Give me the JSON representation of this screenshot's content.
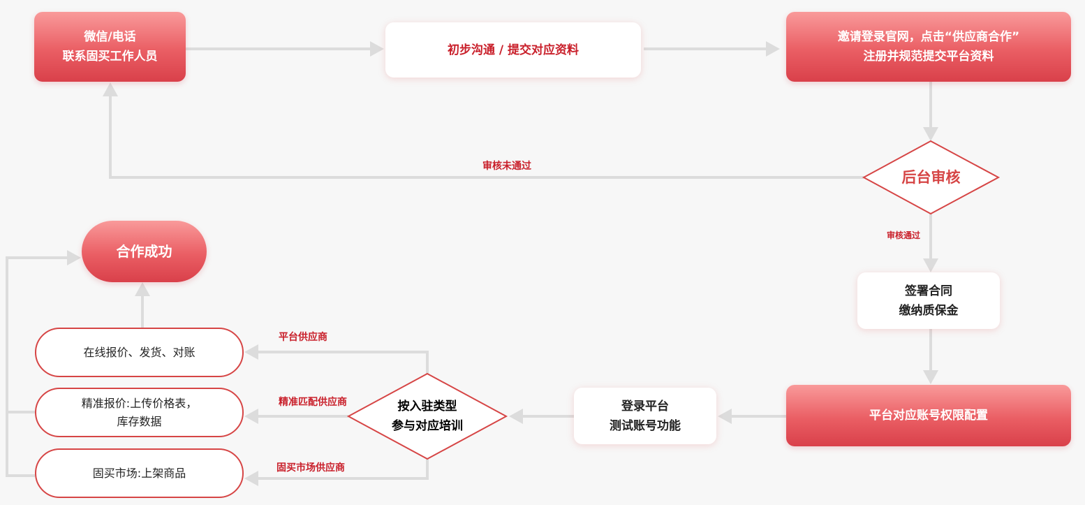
{
  "nodes": {
    "contact": {
      "line1": "微信/电话",
      "line2": "联系固买工作人员"
    },
    "initial_comm": {
      "text": "初步沟通 / 提交对应资料"
    },
    "invite": {
      "line1": "邀请登录官网，点击“供应商合作”",
      "line2": "注册并规范提交平台资料"
    },
    "review": {
      "text": "后台审核"
    },
    "contract": {
      "line1": "签署合同",
      "line2": "缴纳质保金"
    },
    "permission": {
      "text": "平台对应账号权限配置"
    },
    "login_test": {
      "line1": "登录平台",
      "line2": "测试账号功能"
    },
    "type_training": {
      "line1": "按入驻类型",
      "line2": "参与对应培训"
    },
    "online_quote": {
      "text": "在线报价、发货、对账"
    },
    "precise_quote": {
      "line1": "精准报价:上传价格表，",
      "line2": "库存数据"
    },
    "market": {
      "text": "固买市场:上架商品"
    },
    "success": {
      "text": "合作成功"
    }
  },
  "edge_labels": {
    "rejected": "审核未通过",
    "approved": "审核通过",
    "platform_supplier": "平台供应商",
    "precise_supplier": "精准匹配供应商",
    "market_supplier": "固买市场供应商"
  },
  "colors": {
    "accent": "#d64545",
    "label_red": "#c9202b",
    "arrow_gray": "#dcdcdc",
    "background": "#f7f7f7"
  }
}
